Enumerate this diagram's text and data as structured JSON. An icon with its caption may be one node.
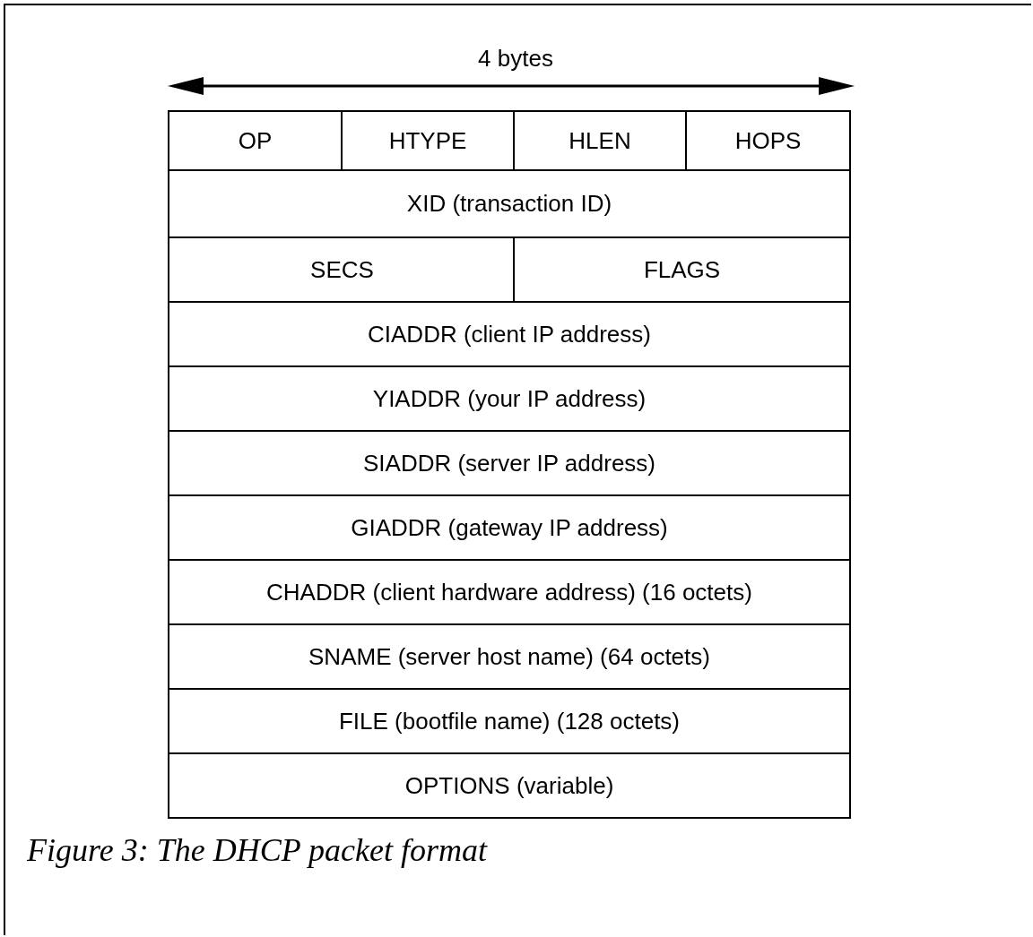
{
  "diagram": {
    "caption": "Figure 3: The DHCP packet format",
    "nodes": [
      {
        "text": [
          "OP"
        ]
      },
      {
        "text": [
          "HTYPE"
        ]
      },
      {
        "text": [
          "HLEN"
        ]
      },
      {
        "text": [
          "HOPS"
        ]
      },
      {
        "text": [
          "XID (transaction ID)"
        ]
      },
      {
        "text": [
          "SECS"
        ]
      },
      {
        "text": [
          "FLAGS"
        ]
      },
      {
        "text": [
          "CIADDR (client IP address)"
        ]
      },
      {
        "text": [
          "YIADDR (your IP address)"
        ]
      },
      {
        "text": [
          "SIADDR (server IP address)"
        ]
      },
      {
        "text": [
          "GIADDR (gateway IP address)"
        ]
      },
      {
        "text": [
          "CHADDR (client hardware address) (16 octets)"
        ]
      },
      {
        "text": [
          "SNAME (server host name) (64 octets)"
        ]
      },
      {
        "text": [
          "FILE (bootfile name) (128 octets)"
        ]
      },
      {
        "text": [
          "OPTIONS (variable)"
        ]
      }
    ],
    "labels": [
      "4 bytes"
    ]
  }
}
